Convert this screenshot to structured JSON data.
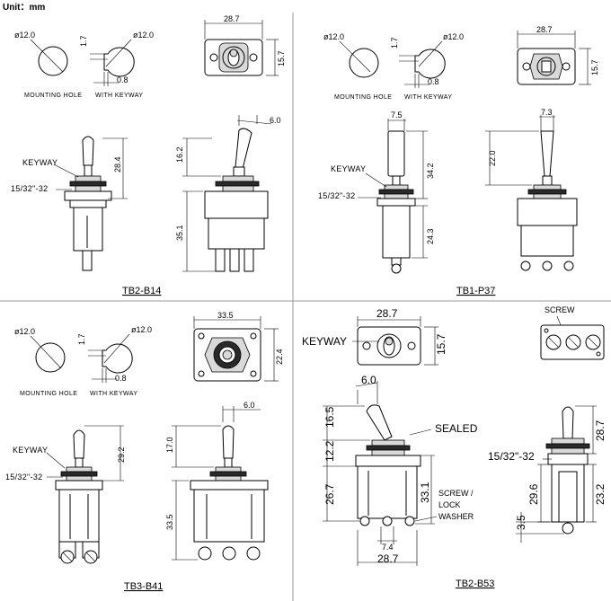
{
  "header": {
    "unit_label": "Unit：mm"
  },
  "panels": {
    "tb2_b14": {
      "title": "TB2-B14",
      "mounting_hole_label": "MOUNTING HOLE",
      "with_keyway_label": "WITH KEYWAY",
      "hole_dia": "ø12.0",
      "keyway_dia": "ø12.0",
      "dim_17": "1.7",
      "dim_08": "0.8",
      "width": "28.7",
      "height": "15.7",
      "keyway": "KEYWAY",
      "thread": "15/32\"-32",
      "dim_side": "28.4",
      "dim_lever": "16.2",
      "dim_angle": "6.0",
      "dim_body": "35.1"
    },
    "tb1_p37": {
      "title": "TB1-P37",
      "mounting_hole_label": "MOUNTING HOLE",
      "with_keyway_label": "WITH KEYWAY",
      "hole_dia": "ø12.0",
      "keyway_dia": "ø12.0",
      "dim_17": "1.7",
      "dim_08": "0.8",
      "width": "28.7",
      "height": "15.7",
      "keyway": "KEYWAY",
      "thread": "15/32\"-32",
      "dim_top_a": "7.5",
      "dim_top_b": "7.3",
      "dim_side": "34.2",
      "dim_lever": "22.0",
      "dim_body": "24.3"
    },
    "tb3_b41": {
      "title": "TB3-B41",
      "mounting_hole_label": "MOUNTING HOLE",
      "with_keyway_label": "WITH KEYWAY",
      "hole_dia": "ø12.0",
      "keyway_dia": "ø12.0",
      "dim_17": "1.7",
      "dim_08": "0.8",
      "width": "33.5",
      "height": "22.4",
      "keyway": "KEYWAY",
      "thread": "15/32\"-32",
      "dim_side": "29.2",
      "dim_lever": "17.0",
      "dim_angle": "6.0",
      "dim_body": "33.5"
    },
    "tb2_b53": {
      "title": "TB2-B53",
      "screw_label": "SCREW",
      "width": "28.7",
      "height": "15.7",
      "keyway": "KEYWAY",
      "dim_angle": "6.0",
      "dim_165": "16.5",
      "sealed": "SEALED",
      "dim_122": "12.2",
      "thread": "15/32\"-32",
      "dim_287_side": "28.7",
      "dim_267": "26.7",
      "dim_331": "33.1",
      "screw_lock_1": "SCREW /",
      "screw_lock_2": "LOCK",
      "screw_lock_3": "WASHER",
      "dim_296": "29.6",
      "dim_232": "23.2",
      "dim_35": "3.5",
      "dim_74": "7.4",
      "dim_287_bottom": "28.7"
    }
  }
}
